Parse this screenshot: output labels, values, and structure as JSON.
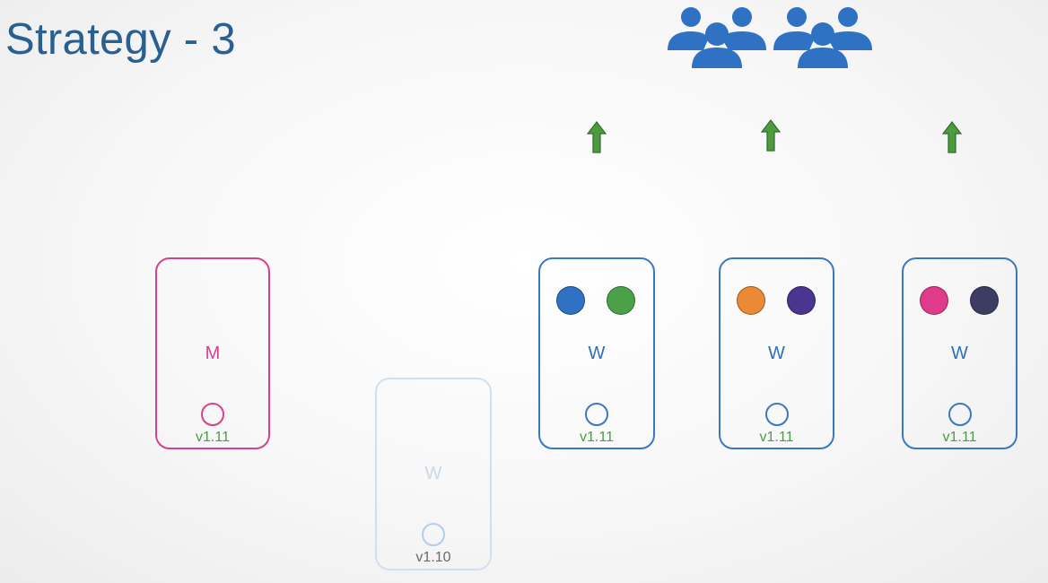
{
  "title": "Strategy - 3",
  "colors": {
    "title": "#2a5f91",
    "node_border": "#3a78c0",
    "master": "#d8408e",
    "version_new": "#4b9b47",
    "arrow": "#4d9a3f",
    "users": "#2f72c4"
  },
  "users_icon": "users-group-icon",
  "arrows": [
    {
      "icon": "arrow-up-icon"
    },
    {
      "icon": "arrow-up-icon"
    },
    {
      "icon": "arrow-up-icon"
    }
  ],
  "nodes": {
    "master": {
      "label": "M",
      "version": "v1.11"
    },
    "old_worker": {
      "label": "W",
      "version": "v1.10"
    },
    "workers": [
      {
        "label": "W",
        "version": "v1.11",
        "pods": [
          "#2f72c4",
          "#4aa14a"
        ]
      },
      {
        "label": "W",
        "version": "v1.11",
        "pods": [
          "#ea8a35",
          "#4a3590"
        ]
      },
      {
        "label": "W",
        "version": "v1.11",
        "pods": [
          "#df3b8a",
          "#3d3c62"
        ]
      }
    ]
  }
}
